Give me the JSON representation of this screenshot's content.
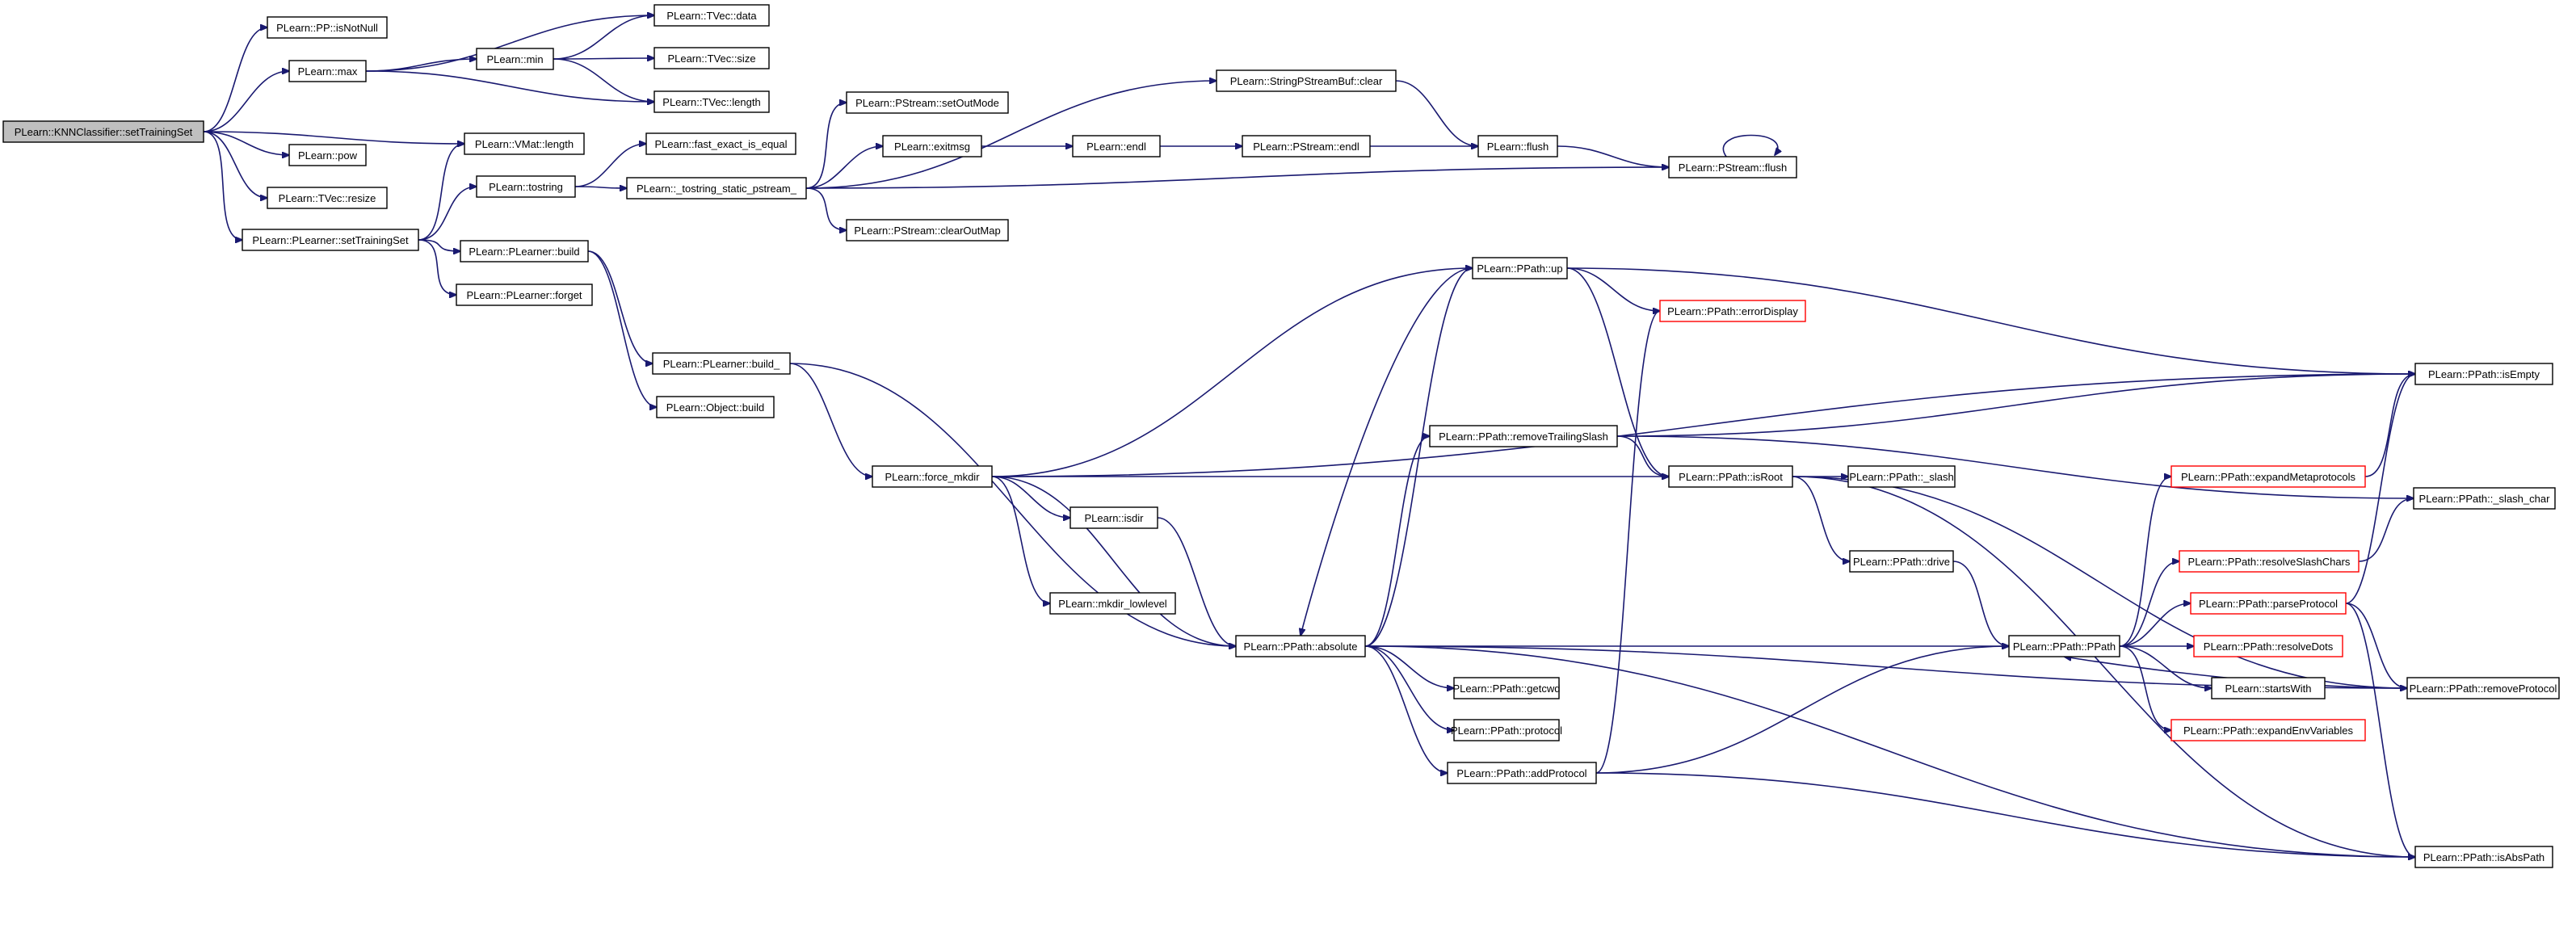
{
  "colors": {
    "edge": "#191970",
    "node_border": "#000000",
    "node_border_truncated": "#ff0000",
    "root_fill": "#bfbfbf",
    "node_fill": "#ffffff"
  },
  "nodes": [
    {
      "id": "n0",
      "label": "PLearn::KNNClassifier::setTrainingSet",
      "style": "root"
    },
    {
      "id": "n1",
      "label": "PLearn::PP::isNotNull",
      "style": "normal"
    },
    {
      "id": "n2",
      "label": "PLearn::max",
      "style": "normal"
    },
    {
      "id": "n3",
      "label": "PLearn::VMat::length",
      "style": "normal"
    },
    {
      "id": "n4",
      "label": "PLearn::pow",
      "style": "normal"
    },
    {
      "id": "n5",
      "label": "PLearn::TVec::resize",
      "style": "normal"
    },
    {
      "id": "n6",
      "label": "PLearn::PLearner::setTrainingSet",
      "style": "normal"
    },
    {
      "id": "n7",
      "label": "PLearn::min",
      "style": "normal"
    },
    {
      "id": "n8",
      "label": "PLearn::TVec::data",
      "style": "normal"
    },
    {
      "id": "n9",
      "label": "PLearn::TVec::size",
      "style": "normal"
    },
    {
      "id": "n10",
      "label": "PLearn::TVec::length",
      "style": "normal"
    },
    {
      "id": "n11",
      "label": "PLearn::tostring",
      "style": "normal"
    },
    {
      "id": "n12",
      "label": "PLearn::PLearner::build",
      "style": "normal"
    },
    {
      "id": "n13",
      "label": "PLearn::PLearner::forget",
      "style": "normal"
    },
    {
      "id": "n14",
      "label": "PLearn::fast_exact_is_equal",
      "style": "normal"
    },
    {
      "id": "n15",
      "label": "PLearn::_tostring_static_pstream_",
      "style": "normal"
    },
    {
      "id": "n16",
      "label": "PLearn::PLearner::build_",
      "style": "normal"
    },
    {
      "id": "n17",
      "label": "PLearn::Object::build",
      "style": "normal"
    },
    {
      "id": "n18",
      "label": "PLearn::StringPStreamBuf::clear",
      "style": "normal"
    },
    {
      "id": "n19",
      "label": "PLearn::PStream::setOutMode",
      "style": "normal"
    },
    {
      "id": "n20",
      "label": "PLearn::exitmsg",
      "style": "normal"
    },
    {
      "id": "n21",
      "label": "PLearn::PStream::clearOutMap",
      "style": "normal"
    },
    {
      "id": "n22",
      "label": "PLearn::endl",
      "style": "normal"
    },
    {
      "id": "n23",
      "label": "PLearn::PStream::endl",
      "style": "normal"
    },
    {
      "id": "n24",
      "label": "PLearn::flush",
      "style": "normal"
    },
    {
      "id": "n25",
      "label": "PLearn::PStream::flush",
      "style": "normal"
    },
    {
      "id": "n26",
      "label": "PLearn::force_mkdir",
      "style": "normal"
    },
    {
      "id": "n27",
      "label": "PLearn::isdir",
      "style": "normal"
    },
    {
      "id": "n28",
      "label": "PLearn::mkdir_lowlevel",
      "style": "normal"
    },
    {
      "id": "n29",
      "label": "PLearn::PPath::absolute",
      "style": "normal"
    },
    {
      "id": "n30",
      "label": "PLearn::PPath::up",
      "style": "normal"
    },
    {
      "id": "n31",
      "label": "PLearn::PPath::errorDisplay",
      "style": "red"
    },
    {
      "id": "n32",
      "label": "PLearn::PPath::removeTrailingSlash",
      "style": "normal"
    },
    {
      "id": "n33",
      "label": "PLearn::PPath::isRoot",
      "style": "normal"
    },
    {
      "id": "n34",
      "label": "PLearn::PPath::_slash",
      "style": "normal"
    },
    {
      "id": "n35",
      "label": "PLearn::PPath::drive",
      "style": "normal"
    },
    {
      "id": "n36",
      "label": "PLearn::PPath::getcwd",
      "style": "normal"
    },
    {
      "id": "n37",
      "label": "PLearn::PPath::protocol",
      "style": "normal"
    },
    {
      "id": "n38",
      "label": "PLearn::PPath::addProtocol",
      "style": "normal"
    },
    {
      "id": "n39",
      "label": "PLearn::PPath::PPath",
      "style": "normal"
    },
    {
      "id": "n40",
      "label": "PLearn::PPath::expandMetaprotocols",
      "style": "red"
    },
    {
      "id": "n41",
      "label": "PLearn::PPath::resolveSlashChars",
      "style": "red"
    },
    {
      "id": "n42",
      "label": "PLearn::PPath::parseProtocol",
      "style": "red"
    },
    {
      "id": "n43",
      "label": "PLearn::PPath::resolveDots",
      "style": "red"
    },
    {
      "id": "n44",
      "label": "PLearn::startsWith",
      "style": "normal"
    },
    {
      "id": "n45",
      "label": "PLearn::PPath::expandEnvVariables",
      "style": "red"
    },
    {
      "id": "n46",
      "label": "PLearn::PPath::isEmpty",
      "style": "normal"
    },
    {
      "id": "n47",
      "label": "PLearn::PPath::_slash_char",
      "style": "normal"
    },
    {
      "id": "n48",
      "label": "PLearn::PPath::removeProtocol",
      "style": "normal"
    },
    {
      "id": "n49",
      "label": "PLearn::PPath::isAbsPath",
      "style": "normal"
    }
  ],
  "edges": [
    [
      "n0",
      "n1"
    ],
    [
      "n0",
      "n2"
    ],
    [
      "n0",
      "n3"
    ],
    [
      "n0",
      "n4"
    ],
    [
      "n0",
      "n5"
    ],
    [
      "n0",
      "n6"
    ],
    [
      "n2",
      "n7"
    ],
    [
      "n2",
      "n8"
    ],
    [
      "n2",
      "n10"
    ],
    [
      "n7",
      "n8"
    ],
    [
      "n7",
      "n9"
    ],
    [
      "n7",
      "n10"
    ],
    [
      "n6",
      "n3"
    ],
    [
      "n6",
      "n11"
    ],
    [
      "n6",
      "n12"
    ],
    [
      "n6",
      "n13"
    ],
    [
      "n11",
      "n14"
    ],
    [
      "n11",
      "n15"
    ],
    [
      "n12",
      "n16"
    ],
    [
      "n12",
      "n17"
    ],
    [
      "n15",
      "n18"
    ],
    [
      "n15",
      "n19"
    ],
    [
      "n15",
      "n20"
    ],
    [
      "n15",
      "n21"
    ],
    [
      "n15",
      "n25"
    ],
    [
      "n18",
      "n24"
    ],
    [
      "n20",
      "n22"
    ],
    [
      "n22",
      "n23"
    ],
    [
      "n23",
      "n24"
    ],
    [
      "n24",
      "n25"
    ],
    [
      "n25",
      "n25"
    ],
    [
      "n16",
      "n26"
    ],
    [
      "n16",
      "n29"
    ],
    [
      "n26",
      "n46"
    ],
    [
      "n26",
      "n30"
    ],
    [
      "n26",
      "n33"
    ],
    [
      "n26",
      "n27"
    ],
    [
      "n26",
      "n28"
    ],
    [
      "n26",
      "n29"
    ],
    [
      "n27",
      "n29"
    ],
    [
      "n29",
      "n30"
    ],
    [
      "n29",
      "n32"
    ],
    [
      "n29",
      "n39"
    ],
    [
      "n29",
      "n36"
    ],
    [
      "n29",
      "n37"
    ],
    [
      "n29",
      "n38"
    ],
    [
      "n29",
      "n48"
    ],
    [
      "n29",
      "n49"
    ],
    [
      "n30",
      "n31"
    ],
    [
      "n30",
      "n46"
    ],
    [
      "n30",
      "n33"
    ],
    [
      "n30",
      "n29"
    ],
    [
      "n32",
      "n46"
    ],
    [
      "n32",
      "n33"
    ],
    [
      "n32",
      "n47"
    ],
    [
      "n33",
      "n34"
    ],
    [
      "n33",
      "n35"
    ],
    [
      "n33",
      "n48"
    ],
    [
      "n33",
      "n49"
    ],
    [
      "n35",
      "n39"
    ],
    [
      "n38",
      "n31"
    ],
    [
      "n38",
      "n39"
    ],
    [
      "n38",
      "n49"
    ],
    [
      "n39",
      "n40"
    ],
    [
      "n39",
      "n41"
    ],
    [
      "n39",
      "n42"
    ],
    [
      "n39",
      "n43"
    ],
    [
      "n39",
      "n44"
    ],
    [
      "n39",
      "n45"
    ],
    [
      "n40",
      "n46"
    ],
    [
      "n41",
      "n47"
    ],
    [
      "n42",
      "n46"
    ],
    [
      "n42",
      "n48"
    ],
    [
      "n42",
      "n49"
    ],
    [
      "n48",
      "n39"
    ]
  ]
}
